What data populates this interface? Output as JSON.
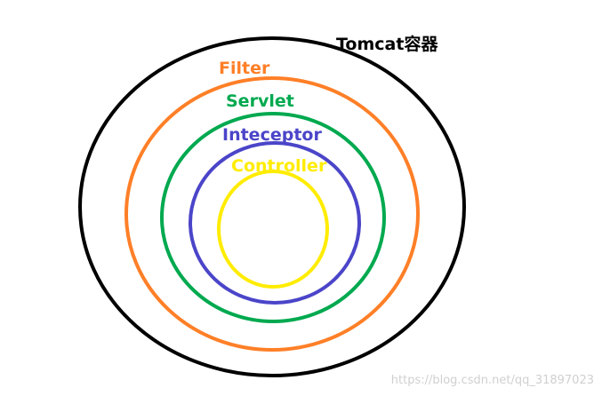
{
  "diagram": {
    "layers": [
      {
        "id": "tomcat",
        "label": "Tomcat容器",
        "color": "#000000"
      },
      {
        "id": "filter",
        "label": "Filter",
        "color": "#ff7f27"
      },
      {
        "id": "servlet",
        "label": "Servlet",
        "color": "#00a94f"
      },
      {
        "id": "interceptor",
        "label": "Inteceptor",
        "color": "#4b45c9"
      },
      {
        "id": "controller",
        "label": "Controller",
        "color": "#ffec00"
      }
    ]
  },
  "watermark": "https://blog.csdn.net/qq_31897023"
}
